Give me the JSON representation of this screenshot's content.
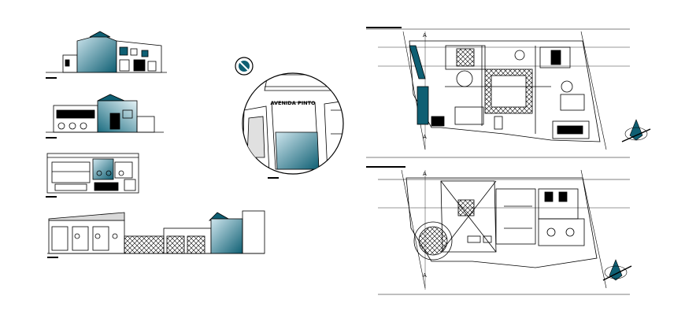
{
  "drawing": {
    "key_plan_street_label": "AVENIDA PINTO",
    "section_markers": [
      "A",
      "A",
      "A",
      "A"
    ]
  },
  "colors": {
    "line": "#000000",
    "accent_dark": "#0f5f73",
    "accent_light": "#cfe6ee",
    "paper": "#ffffff"
  }
}
